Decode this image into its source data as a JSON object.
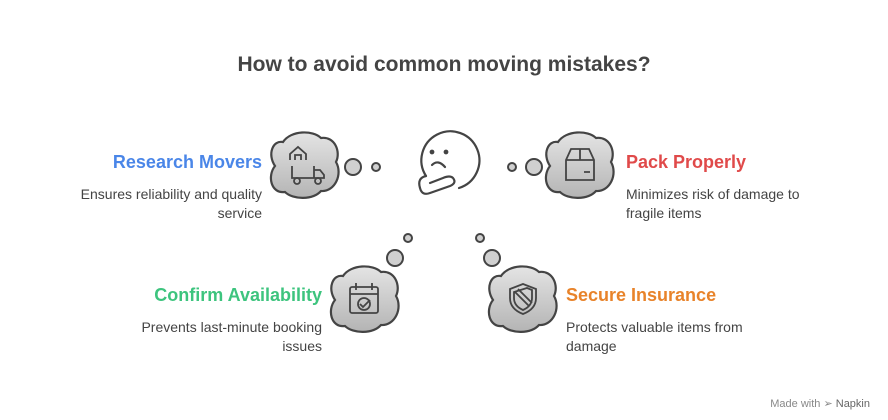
{
  "title": "How to avoid common moving mistakes?",
  "items": [
    {
      "heading": "Research Movers",
      "desc": "Ensures reliability and quality service",
      "color": "#4a86e8",
      "icon": "moving-truck-house-icon"
    },
    {
      "heading": "Pack Properly",
      "desc": "Minimizes risk of damage to fragile items",
      "color": "#e04a4a",
      "icon": "box-icon"
    },
    {
      "heading": "Confirm Availability",
      "desc": "Prevents last-minute booking issues",
      "color": "#3dc47e",
      "icon": "calendar-check-icon"
    },
    {
      "heading": "Secure Insurance",
      "desc": "Protects valuable items from damage",
      "color": "#e8832a",
      "icon": "shield-icon"
    }
  ],
  "footer": {
    "made_with": "Made with",
    "brand": "Napkin"
  }
}
